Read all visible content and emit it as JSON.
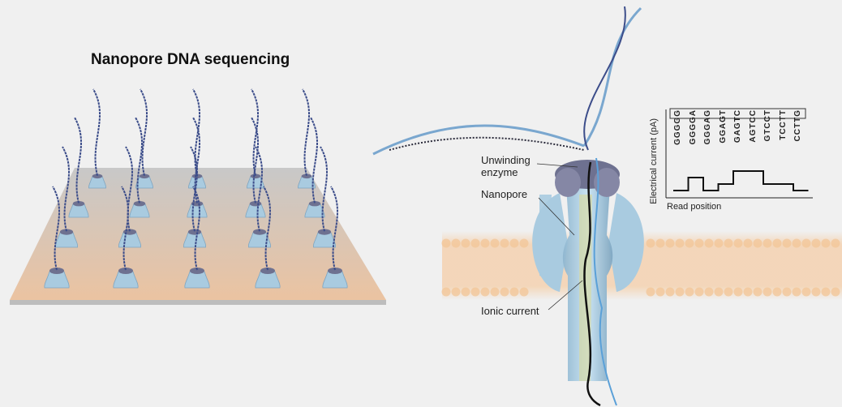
{
  "title": "Nanopore DNA sequencing",
  "labels": {
    "unwinding_enzyme": [
      "Unwinding",
      "enzyme"
    ],
    "nanopore": "Nanopore",
    "ionic_current": "Ionic current"
  },
  "inset_chart": {
    "y_axis_label": "Electrical current (pA)",
    "x_axis_label": "Read position",
    "kmers": [
      "GGGGG",
      "GGGGA",
      "GGGAG",
      "GGAGT",
      "GAGTC",
      "AGTCC",
      "GTCCT",
      "TCCTT",
      "CCTTG"
    ],
    "highlighted_row": "GAGTCCTTG"
  },
  "colors": {
    "background": "#f0f0f0",
    "pore": "#a9cbe0",
    "enzyme": "#6e7190",
    "membrane_head": "#f2c79a",
    "plate_top": "#c9c9c9",
    "plate_bottom": "#e9c2a0",
    "dna": "#3c4d8a"
  },
  "chart_data": {
    "type": "line",
    "title": "",
    "xlabel": "Read position",
    "ylabel": "Electrical current (pA)",
    "categories": [
      "GGGGG",
      "GGGGA",
      "GGGAG",
      "GGAGT",
      "GAGTC",
      "AGTCC",
      "GTCCT",
      "TCCTT",
      "CCTTG"
    ],
    "series": [
      {
        "name": "current",
        "values": [
          1,
          3,
          1,
          2,
          4,
          4,
          2,
          2,
          1
        ]
      }
    ],
    "note": "step trace, relative levels only; no tick values shown"
  }
}
